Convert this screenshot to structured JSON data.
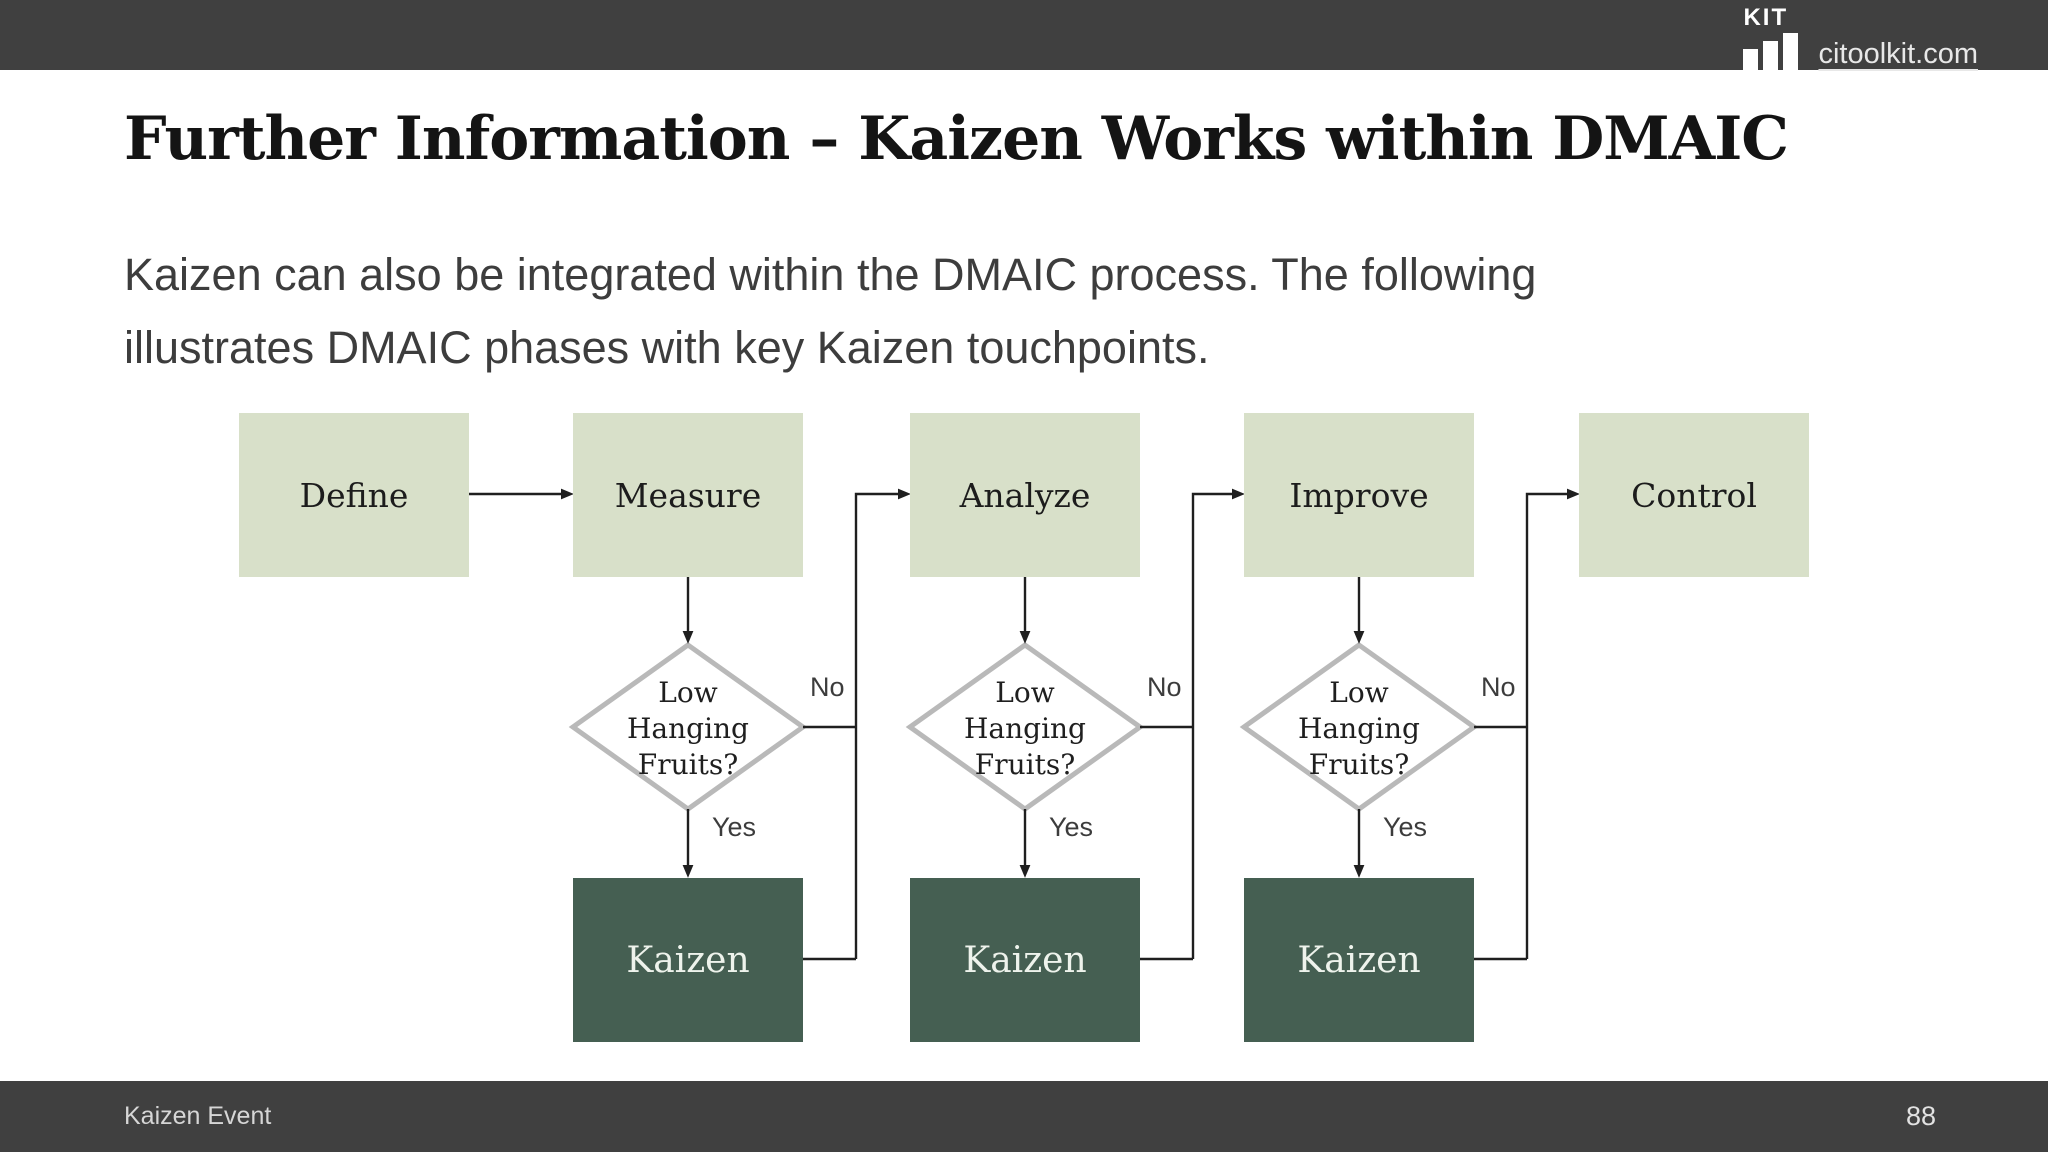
{
  "header": {
    "logo_text": "KIT",
    "site_link": "citoolkit.com"
  },
  "slide": {
    "title": "Further Information – Kaizen Works within DMAIC",
    "body_lines": [
      "Kaizen can also be integrated within the DMAIC process. The following",
      "illustrates DMAIC phases with key Kaizen touchpoints."
    ]
  },
  "flow": {
    "phases": [
      "Define",
      "Measure",
      "Analyze",
      "Improve",
      "Control"
    ],
    "decision": {
      "lines": [
        "Low",
        "Hanging",
        "Fruits?"
      ]
    },
    "no_label": "No",
    "yes_label": "Yes",
    "kaizen_label": "Kaizen"
  },
  "footer": {
    "left": "Kaizen Event",
    "page": "88"
  },
  "colors": {
    "bar-bg": "#404040",
    "phase-fill": "#d8e0c9",
    "kaizen-fill": "#455f52",
    "line-color": "#1f1f1f",
    "diamond-stroke": "#b9b9b9",
    "link-color": "#e8e8e8"
  }
}
